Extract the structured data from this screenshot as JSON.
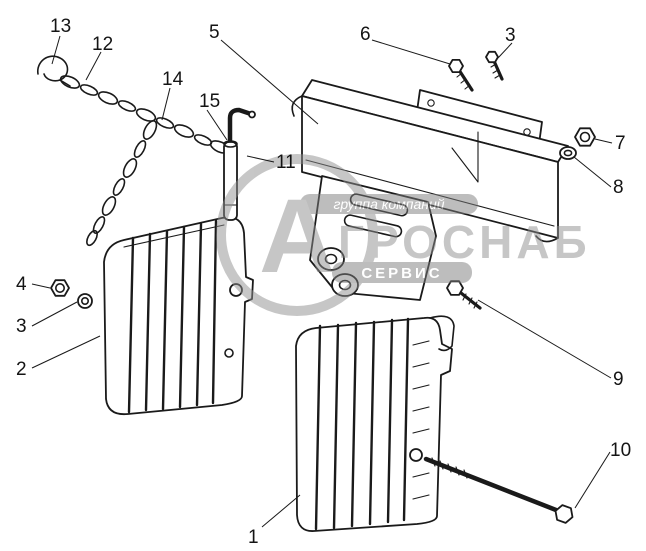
{
  "callouts": {
    "c1": "1",
    "c2": "2",
    "c3a": "3",
    "c3b": "3",
    "c4": "4",
    "c5": "5",
    "c6": "6",
    "c7": "7",
    "c8": "8",
    "c9": "9",
    "c10": "10",
    "c11": "11",
    "c12": "12",
    "c13": "13",
    "c14": "14",
    "c15": "15"
  },
  "watermark": {
    "top": "группа компаний",
    "brand_initial": "А",
    "brand_rest": "ГРОСНАБ",
    "bottom": "СЕРВИС"
  },
  "colors": {
    "line": "#1a1a1a",
    "watermark": "#8f8f8f",
    "watermark_strip": "#7d7d7d"
  }
}
